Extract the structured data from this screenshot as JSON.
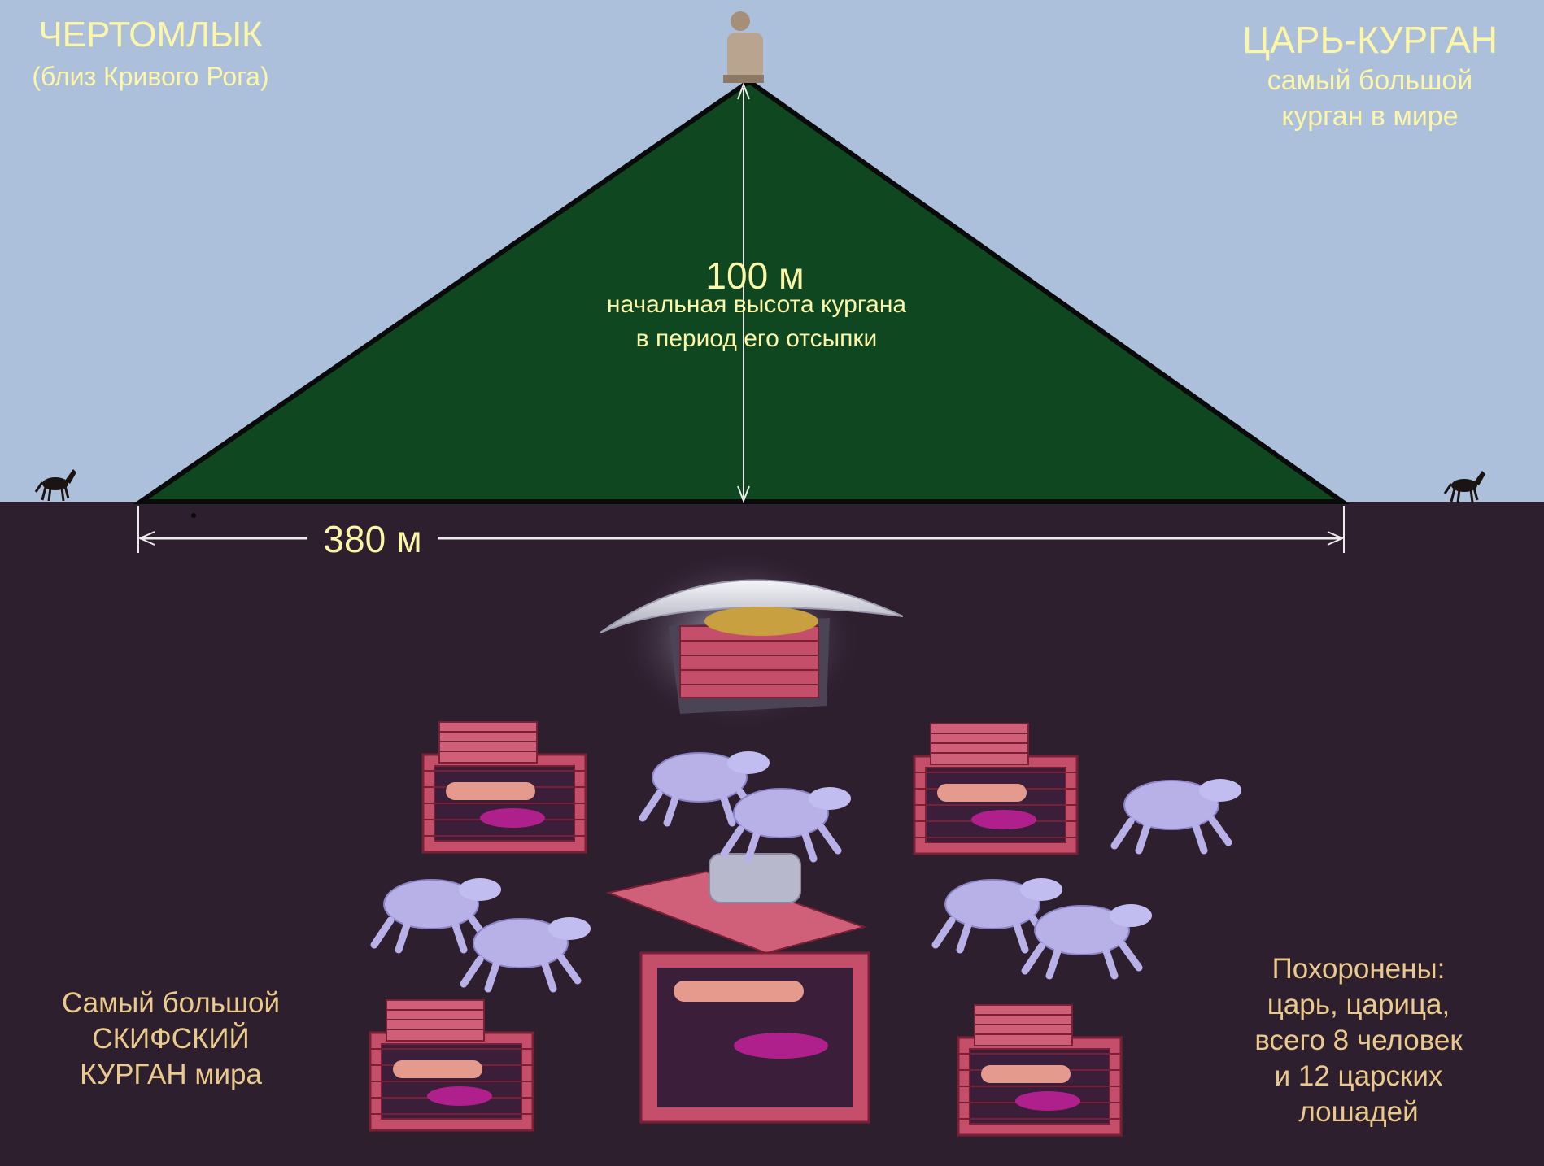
{
  "colors": {
    "sky": "#acbfdb",
    "ground": "#2e1f2f",
    "mound": "#0f4720",
    "text_light": "#fbf6a8",
    "text_caption": "#eaca8c",
    "log_crib": "#c54f6a",
    "horse": "#b7b1e8"
  },
  "left_header": {
    "title": "ЧЕРТОМЛЫК",
    "subtitle": "(близ Кривого Рога)"
  },
  "right_header": {
    "title": "ЦАРЬ-КУРГАН",
    "subtitle_line1": "самый большой",
    "subtitle_line2": "курган в мире"
  },
  "mound": {
    "height_label": "100 м",
    "height_caption_line1": "начальная высота кургана",
    "height_caption_line2": "в период его отсыпки",
    "width_label": "380 м"
  },
  "caption_left": {
    "line1": "Самый большой",
    "line2": "СКИФСКИЙ",
    "line3": "КУРГАН мира"
  },
  "caption_right": {
    "line1": "Похоронены:",
    "line2": "царь, царица,",
    "line3": "всего 8 человек",
    "line4": "и 12 царских",
    "line5": "лошадей"
  },
  "icons": [
    "stone-statue-icon",
    "horse-icon",
    "burial-chamber-icon",
    "log-crib-icon",
    "horse-burial-icon"
  ]
}
